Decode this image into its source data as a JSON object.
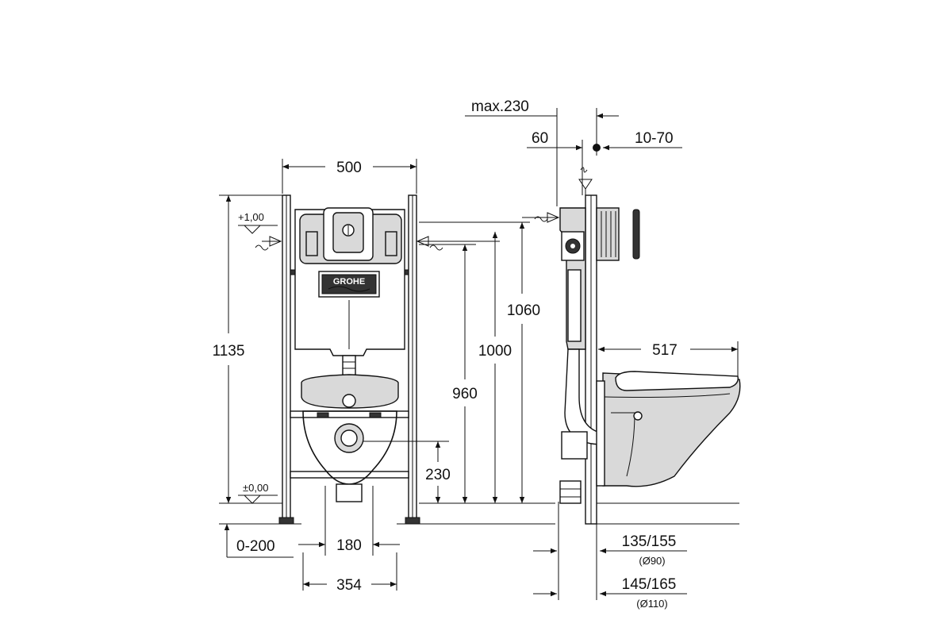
{
  "front_view": {
    "width_label": "500",
    "total_height_label": "1135",
    "level_top_label": "+1,00",
    "level_floor_label": "±0,00",
    "h1060_label": "1060",
    "h1000_label": "1000",
    "h960_label": "960",
    "h230_label": "230",
    "floor_offset_label": "0-200",
    "bolt_spacing_label": "180",
    "outer_width_label": "354",
    "brand_label": "GROHE"
  },
  "side_view": {
    "max_label": "max.230",
    "depth60_label": "60",
    "range_label": "10-70",
    "projection_label": "517",
    "pipe90_label": "135/155",
    "pipe90_dia_label": "(Ø90)",
    "pipe110_label": "145/165",
    "pipe110_dia_label": "(Ø110)"
  },
  "colors": {
    "line": "#111111",
    "fill_grey": "#d9d9d9",
    "background": "#ffffff"
  }
}
